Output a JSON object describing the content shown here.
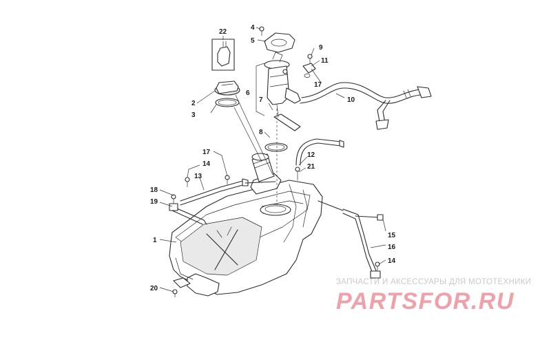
{
  "watermark": {
    "subtitle": "ЗАПЧАСТИ И АКСЕССУАРЫ ДЛЯ МОТОТЕХНИКИ",
    "logo_text": "PARTSFOR.RU",
    "logo_color": "#f0a0a8"
  },
  "callouts": [
    "1",
    "2",
    "3",
    "4",
    "5",
    "6",
    "7",
    "8",
    "9",
    "10",
    "11",
    "12",
    "13",
    "14",
    "14",
    "15",
    "16",
    "17",
    "17",
    "18",
    "19",
    "20",
    "21",
    "22"
  ],
  "colors": {
    "line": "#2a2a2a",
    "background": "#ffffff"
  }
}
